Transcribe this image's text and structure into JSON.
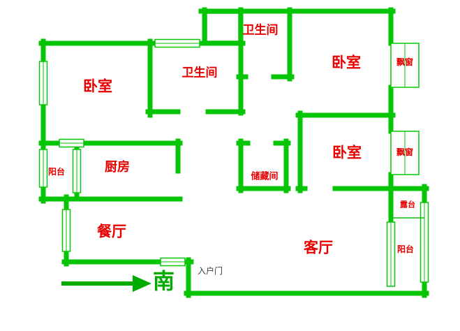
{
  "floor_plan": {
    "labels": {
      "bedroom_left": "卧室",
      "bathroom_middle": "卫生间",
      "bathroom_top": "卫生间",
      "bedroom_top_right": "卧室",
      "bay_window_top": "飘窗",
      "bedroom_mid_right": "卧室",
      "bay_window_mid": "飘窗",
      "kitchen": "厨房",
      "balcony_left": "阳台",
      "storage": "储藏间",
      "terrace": "露台",
      "dining_room": "餐厅",
      "living_room": "客厅",
      "balcony_right": "阳台",
      "entrance_door": "入户门",
      "compass_south": "南"
    },
    "colors": {
      "wall": "#06c506",
      "room_label": "#e80000",
      "entrance_label": "#3a3a3a",
      "compass": "#00ab00",
      "background": "#ffffff"
    }
  }
}
